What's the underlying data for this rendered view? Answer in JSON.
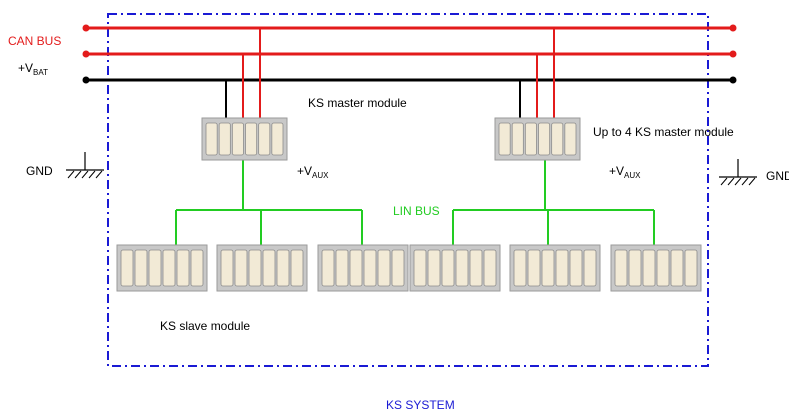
{
  "labels": {
    "can_bus": "CAN BUS",
    "vbat_main": "+V",
    "vbat_sub": "BAT",
    "gnd_left": "GND",
    "gnd_right": "GND",
    "master_module": "KS master module",
    "master_module_limit": "Up to 4 KS master module",
    "vaux_main": "+V",
    "vaux_sub": "AUX",
    "lin_bus": "LIN BUS",
    "slave_module": "KS slave module",
    "system": "KS SYSTEM"
  },
  "colors": {
    "can_bus": "#e31b1b",
    "battery_line": "#000000",
    "lin_bus": "#22cc22",
    "system_border": "#1a1ad4",
    "module_frame": "#c8c8c8",
    "module_slot": "#f2ead6",
    "ground": "#000000"
  },
  "icons": {
    "module": "connector-block-icon",
    "ground": "ground-symbol-icon",
    "terminal": "dot-terminal-icon"
  },
  "structure": {
    "master_module_count": 2,
    "slave_modules_per_master": 3,
    "slots_per_module": 6
  }
}
